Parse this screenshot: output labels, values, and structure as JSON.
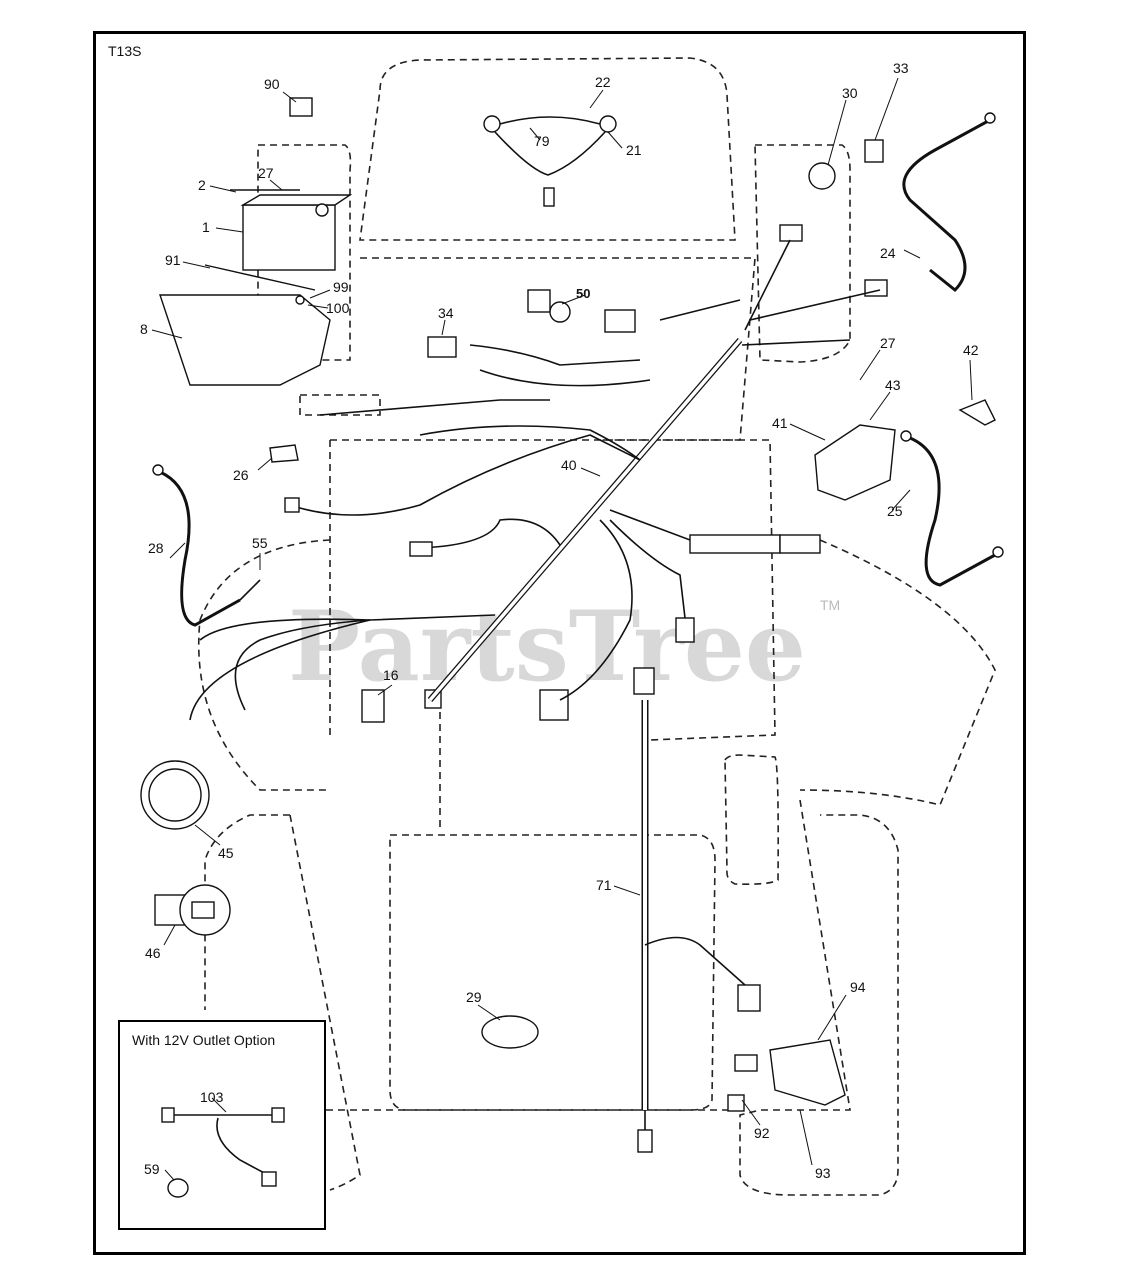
{
  "diagram_code": "T13S",
  "watermark": "PartsTree",
  "watermark_tm": "TM",
  "option_box": {
    "title": "With 12V Outlet Option",
    "labels": {
      "p103": "103",
      "p59": "59"
    }
  },
  "part_labels": {
    "p1": "1",
    "p2": "2",
    "p8": "8",
    "p16": "16",
    "p21": "21",
    "p22": "22",
    "p24": "24",
    "p25": "25",
    "p26": "26",
    "p27a": "27",
    "p27b": "27",
    "p28": "28",
    "p29": "29",
    "p30": "30",
    "p33": "33",
    "p34": "34",
    "p40": "40",
    "p41": "41",
    "p42": "42",
    "p43": "43",
    "p45": "45",
    "p46": "46",
    "p50": "50",
    "p55": "55",
    "p71": "71",
    "p79": "79",
    "p90": "90",
    "p91": "91",
    "p92": "92",
    "p93": "93",
    "p94": "94",
    "p99": "99",
    "p100": "100"
  }
}
